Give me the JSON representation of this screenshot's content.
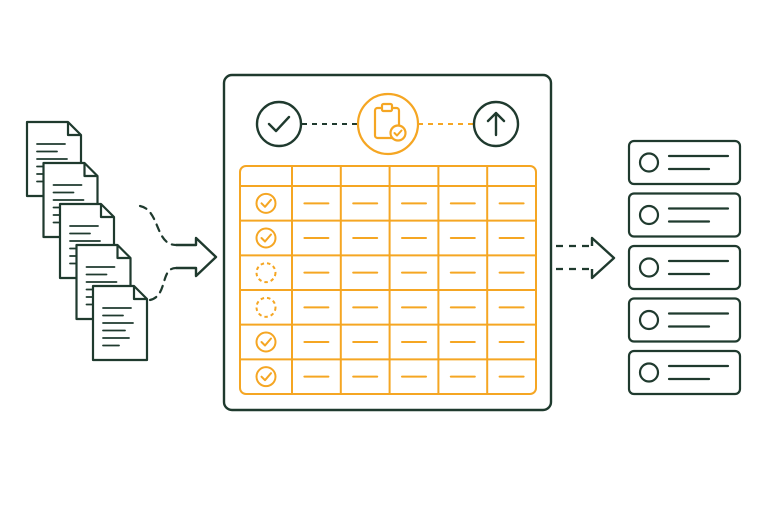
{
  "colors": {
    "ink": "#1f3a2e",
    "accent": "#f5a623",
    "background": "#ffffff"
  },
  "icons": {
    "left_step": "checkmark-circle-icon",
    "center_step": "clipboard-check-icon",
    "right_step": "upload-arrow-icon"
  },
  "documents": {
    "count": 5
  },
  "grid": {
    "columns": 6,
    "header_rows": 1,
    "rows": [
      {
        "status": "checked"
      },
      {
        "status": "checked"
      },
      {
        "status": "pending"
      },
      {
        "status": "pending"
      },
      {
        "status": "checked"
      },
      {
        "status": "checked"
      }
    ]
  },
  "records": {
    "count": 5
  }
}
